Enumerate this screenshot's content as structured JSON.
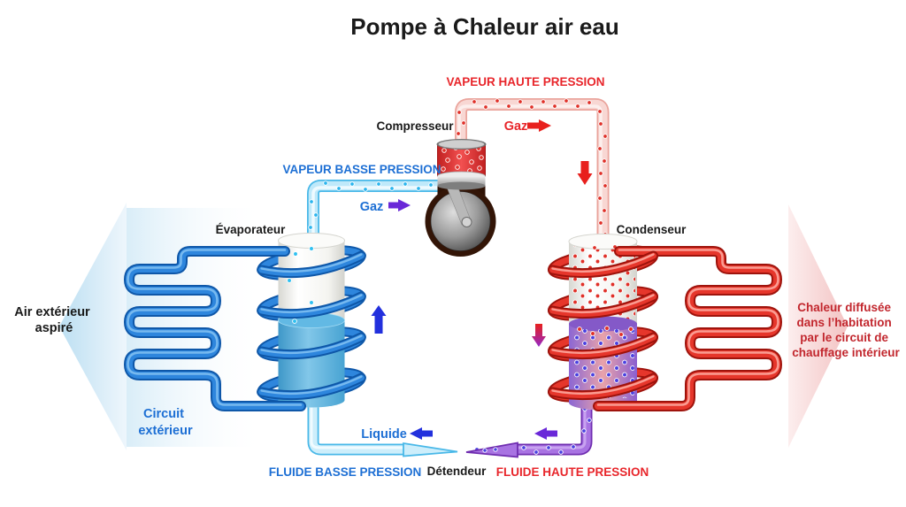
{
  "title": "Pompe à Chaleur air eau",
  "colors": {
    "hot_text": "#e8262b",
    "cold_text": "#1d6fd4",
    "heat_diffused_text": "#c2272e",
    "dark_text": "#1a1a1a",
    "arrow_red": "#e8201d",
    "arrow_blue": "#2230dd",
    "arrow_purple": "#6a28d8"
  },
  "stages": {
    "vapor_high_pressure": {
      "label": "VAPEUR HAUTE PRESSION",
      "state": "Gaz"
    },
    "vapor_low_pressure": {
      "label": "VAPEUR BASSE PRESSION",
      "state": "Gaz"
    },
    "fluid_low_pressure": {
      "label": "FLUIDE BASSE PRESSION",
      "state": "Liquide"
    },
    "fluid_high_pressure": {
      "label": "FLUIDE HAUTE PRESSION"
    }
  },
  "components": {
    "compressor": "Compresseur",
    "evaporator": "Évaporateur",
    "condenser": "Condenseur",
    "expansion_valve": "Détendeur"
  },
  "left_side": {
    "air_line1": "Air extérieur",
    "air_line2": "aspiré",
    "circuit_line1": "Circuit",
    "circuit_line2": "extérieur"
  },
  "right_side": {
    "heat_line1": "Chaleur diffusée",
    "heat_line2": "dans l’habitation",
    "heat_line3": "par le circuit de",
    "heat_line4": "chauffage intérieur"
  }
}
